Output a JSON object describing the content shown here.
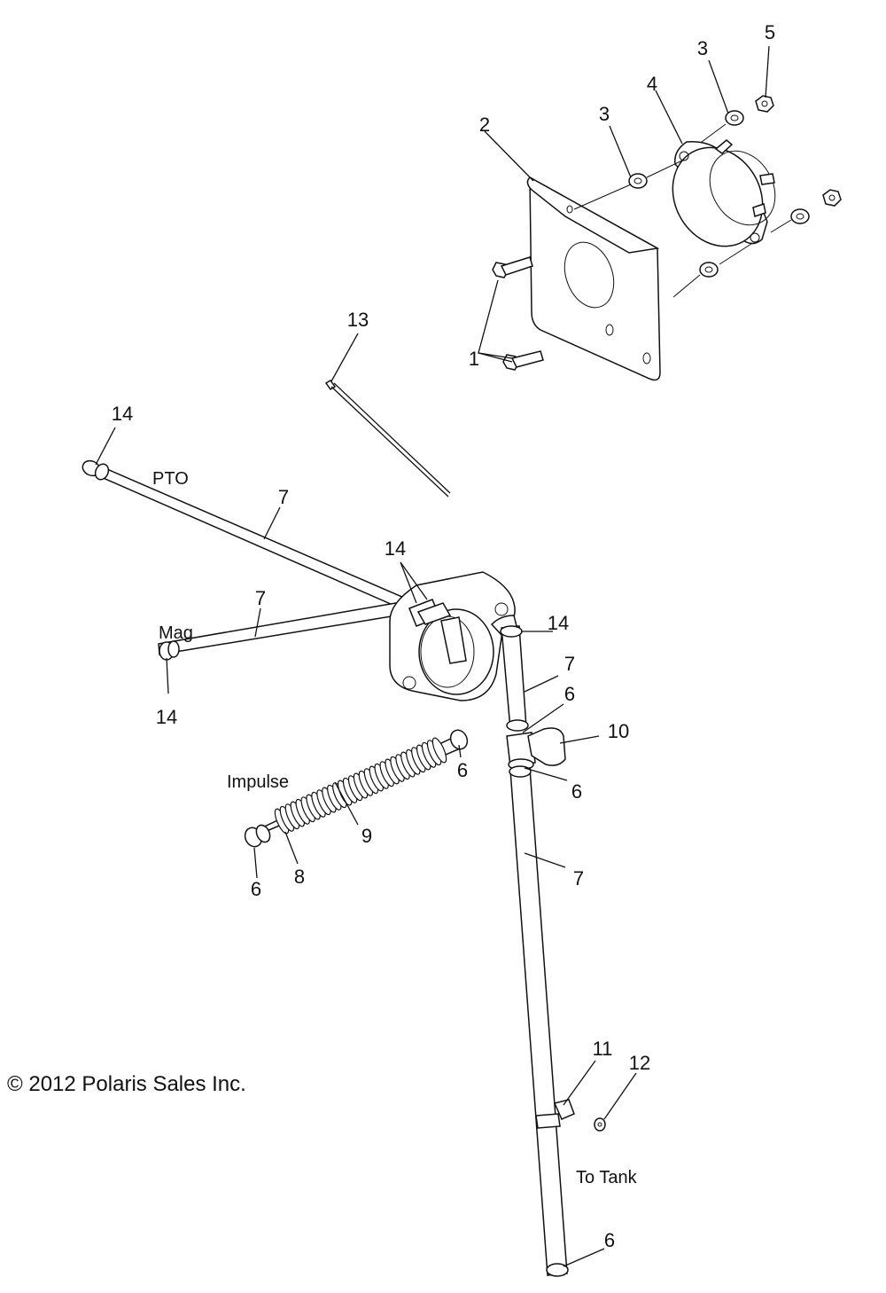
{
  "copyright": "© 2012 Polaris Sales Inc.",
  "hose_labels": {
    "pto": "PTO",
    "mag": "Mag",
    "impulse": "Impulse",
    "to_tank": "To Tank"
  },
  "callouts": {
    "c1": "1",
    "c2": "2",
    "c3a": "3",
    "c3b": "3",
    "c4": "4",
    "c5": "5",
    "c6a": "6",
    "c6b": "6",
    "c6c": "6",
    "c6d": "6",
    "c6e": "6",
    "c7a": "7",
    "c7b": "7",
    "c7c": "7",
    "c7d": "7",
    "c8": "8",
    "c9": "9",
    "c10": "10",
    "c11": "11",
    "c12": "12",
    "c13": "13",
    "c14a": "14",
    "c14b": "14",
    "c14c": "14",
    "c14d": "14"
  }
}
